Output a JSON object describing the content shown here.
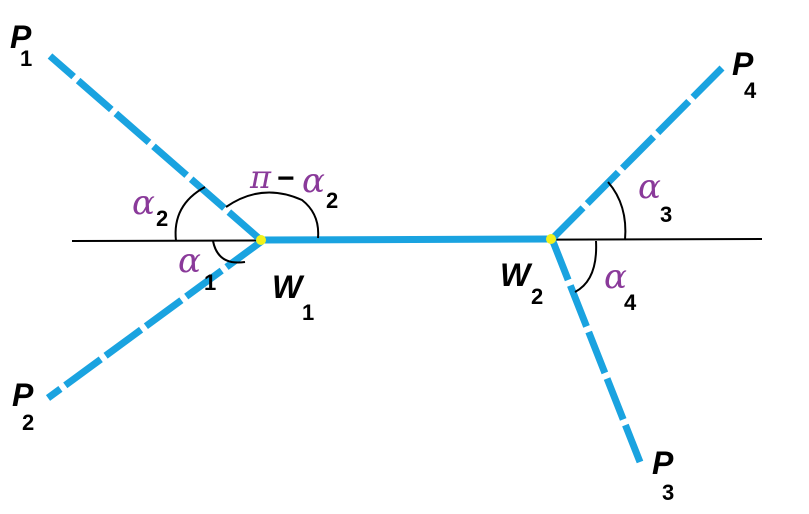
{
  "colors": {
    "segment": "#1aa3e0",
    "axis": "#000000",
    "point": "#f2f21c",
    "greek": "#8a3a9a",
    "label": "#000000"
  },
  "points": {
    "p1": {
      "main": "P",
      "sub": "1"
    },
    "p2": {
      "main": "P",
      "sub": "2"
    },
    "p3": {
      "main": "P",
      "sub": "3"
    },
    "p4": {
      "main": "P",
      "sub": "4"
    },
    "w1": {
      "main": "W",
      "sub": "1"
    },
    "w2": {
      "main": "W",
      "sub": "2"
    }
  },
  "angles": {
    "alpha1": {
      "symbol": "α",
      "sub": "1"
    },
    "alpha2": {
      "symbol": "α",
      "sub": "2"
    },
    "pi_minus_alpha2": {
      "pi": "π",
      "minus": "−",
      "symbol": "α",
      "sub": "2"
    },
    "alpha3": {
      "symbol": "α",
      "sub": "3"
    },
    "alpha4": {
      "symbol": "α",
      "sub": "4"
    }
  }
}
